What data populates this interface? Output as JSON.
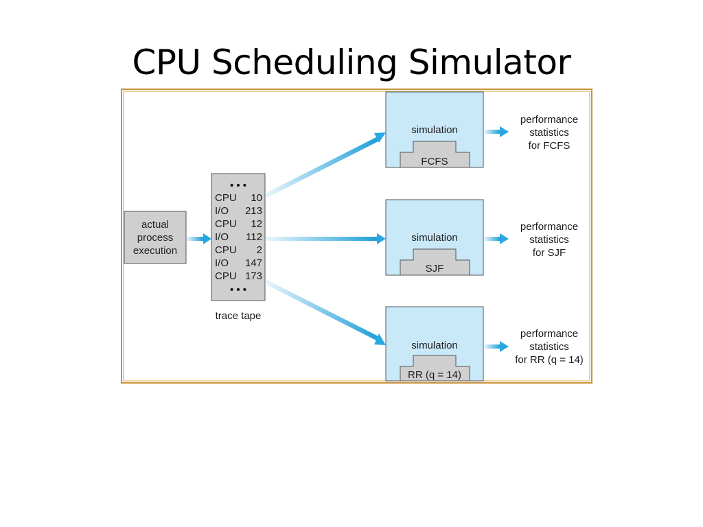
{
  "title": "CPU Scheduling Simulator",
  "diagram": {
    "source": {
      "lines": [
        "actual",
        "process",
        "execution"
      ]
    },
    "trace": {
      "dots_top": "• • •",
      "rows": [
        {
          "kind": "CPU",
          "value": "10"
        },
        {
          "kind": "I/O",
          "value": "213"
        },
        {
          "kind": "CPU",
          "value": "12"
        },
        {
          "kind": "I/O",
          "value": "112"
        },
        {
          "kind": "CPU",
          "value": "2"
        },
        {
          "kind": "I/O",
          "value": "147"
        },
        {
          "kind": "CPU",
          "value": "173"
        }
      ],
      "dots_bottom": "• • •",
      "caption": "trace tape"
    },
    "simulations": [
      {
        "label": "simulation",
        "algorithm": "FCFS",
        "output": [
          "performance",
          "statistics",
          "for FCFS"
        ]
      },
      {
        "label": "simulation",
        "algorithm": "SJF",
        "output": [
          "performance",
          "statistics",
          "for SJF"
        ]
      },
      {
        "label": "simulation",
        "algorithm": "RR (q = 14)",
        "output": [
          "performance",
          "statistics",
          "for RR (q = 14)"
        ]
      }
    ]
  },
  "colors": {
    "frame_outer": "#c8943c",
    "frame_inner": "#e6c27a",
    "sim_fill": "#c9e8f8",
    "gray_fill": "#cfcfcf",
    "arrow": "#29a8e0"
  }
}
